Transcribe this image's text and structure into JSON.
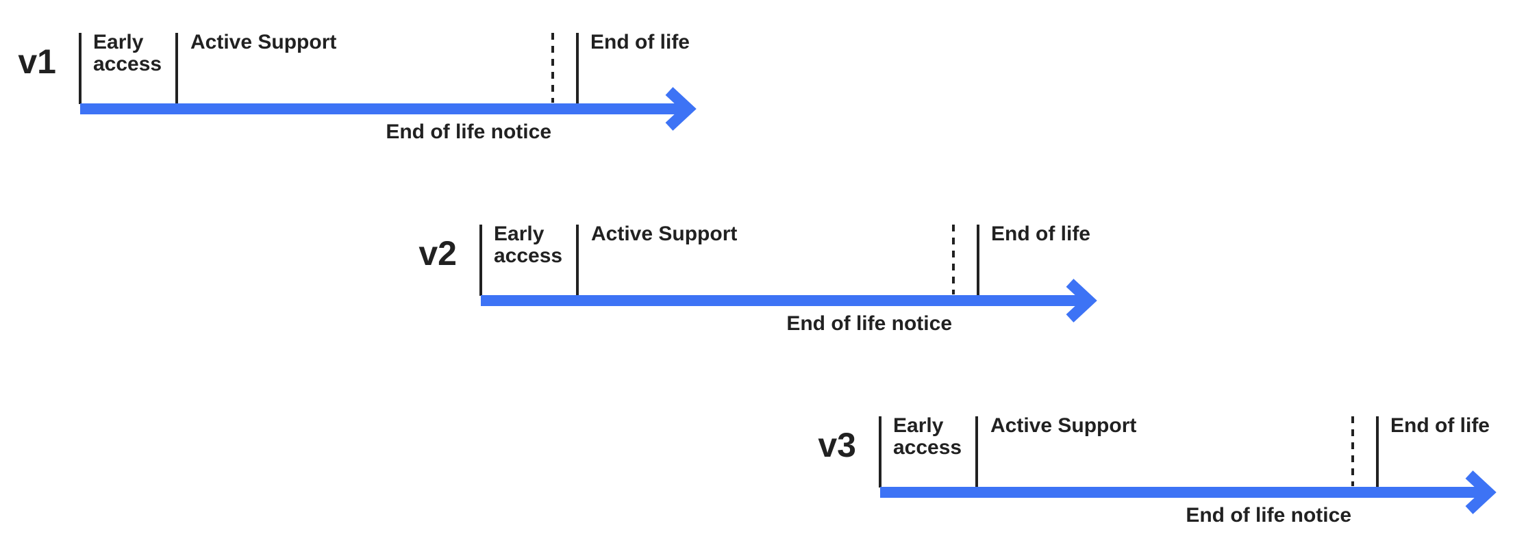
{
  "canvas": {
    "background": "#ffffff",
    "arrow_color": "#3D73F5",
    "text_color": "#212121"
  },
  "timelines": [
    {
      "version": "v1",
      "phases": {
        "early_access": "Early access",
        "active_support": "Active Support",
        "end_of_life": "End of life",
        "end_of_life_notice": "End of life notice"
      }
    },
    {
      "version": "v2",
      "phases": {
        "early_access": "Early access",
        "active_support": "Active Support",
        "end_of_life": "End of life",
        "end_of_life_notice": "End of life notice"
      }
    },
    {
      "version": "v3",
      "phases": {
        "early_access": "Early access",
        "active_support": "Active Support",
        "end_of_life": "End of life",
        "end_of_life_notice": "End of life notice"
      }
    }
  ]
}
